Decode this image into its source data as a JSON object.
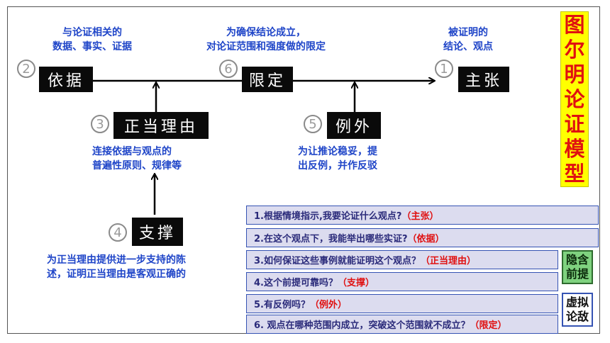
{
  "title_chars": [
    "图",
    "尔",
    "明",
    "论",
    "证",
    "模",
    "型"
  ],
  "nodes": {
    "data": {
      "num": "2",
      "label": "依据"
    },
    "qualifier": {
      "num": "6",
      "label": "限定"
    },
    "claim": {
      "num": "1",
      "label": "主张"
    },
    "warrant": {
      "num": "3",
      "label": "正当理由"
    },
    "rebuttal": {
      "num": "5",
      "label": "例外"
    },
    "backing": {
      "num": "4",
      "label": "支撑"
    }
  },
  "notes": {
    "data": [
      "与论证相关的",
      "数据、事实、证据"
    ],
    "qualifier": [
      "为确保结论成立，",
      "对论证范围和强度做的限定"
    ],
    "claim": [
      "被证明的",
      "结论、观点"
    ],
    "warrant": [
      "连接依据与观点的",
      "普遍性原则、规律等"
    ],
    "rebuttal": [
      "为让推论稳妥，提",
      "出反例，并作反驳"
    ],
    "backing": [
      "为正当理由提供进一步支持的陈",
      "述，证明正当理由是客观正确的"
    ]
  },
  "questions": [
    {
      "text": "1.根据情境指示,我要论证什么观点?",
      "em": "（主张）"
    },
    {
      "text": "2.在这个观点下，我能举出哪些实证?",
      "em": "（依据）"
    },
    {
      "text": "3.如何保证这些事例就能证明这个观点？",
      "em": "（正当理由）"
    },
    {
      "text": "4.这个前提可靠吗？",
      "em": "（支撑）"
    },
    {
      "text": "5.有反例吗？",
      "em": "（例外）"
    },
    {
      "text": "6. 观点在哪种范围内成立，突破这个范围就不成立？",
      "em": "（限定）"
    }
  ],
  "tags": [
    [
      "隐含",
      "前提"
    ],
    [
      "虚拟",
      "论敌"
    ]
  ]
}
